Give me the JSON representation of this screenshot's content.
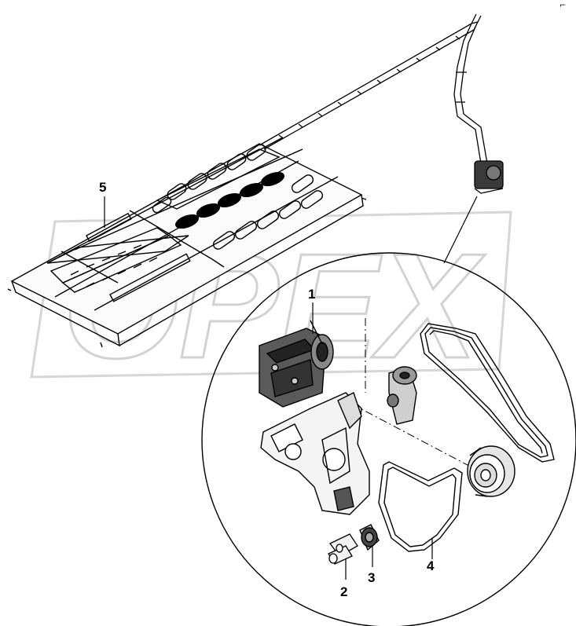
{
  "watermark": {
    "text": "OPEX",
    "color": "#d9d9d9"
  },
  "callouts": [
    {
      "id": "1",
      "label": "1"
    },
    {
      "id": "2",
      "label": "2"
    },
    {
      "id": "3",
      "label": "3"
    },
    {
      "id": "4",
      "label": "4"
    },
    {
      "id": "5",
      "label": "5"
    }
  ],
  "corner_mark": "⌐",
  "line_color": "#000000"
}
